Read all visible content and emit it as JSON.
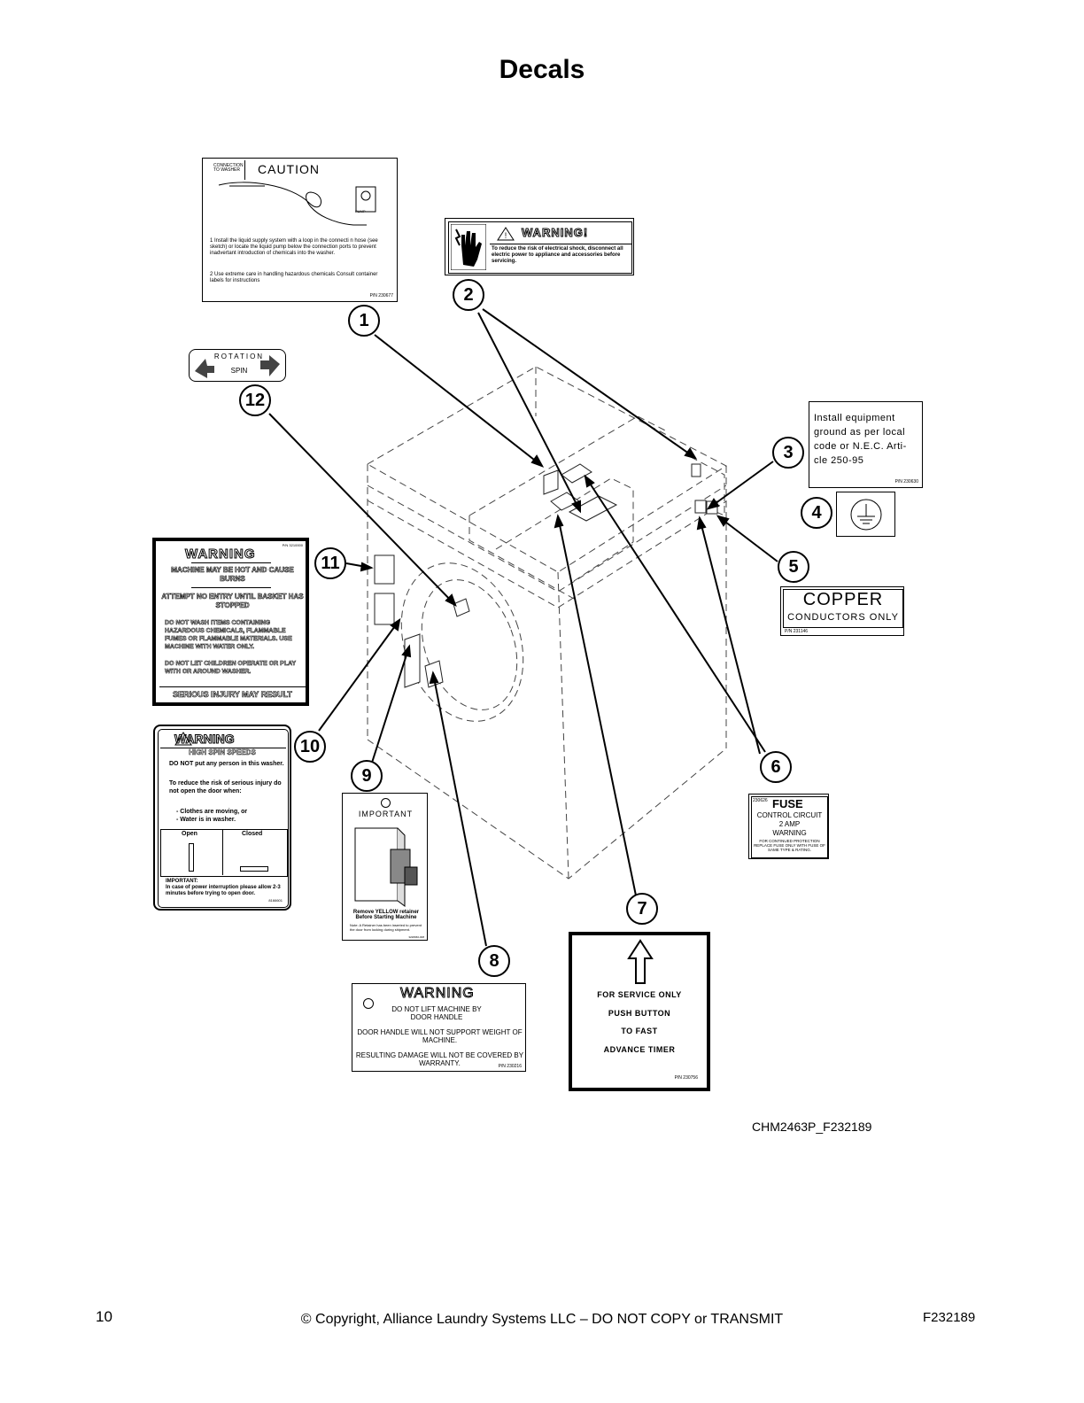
{
  "page": {
    "title": "Decals",
    "figure_code": "CHM2463P_F232189",
    "page_number": "10",
    "copyright": "© Copyright, Alliance Laundry Systems LLC – DO NOT COPY or TRANSMIT",
    "doc_number": "F232189"
  },
  "callouts": [
    "1",
    "2",
    "3",
    "4",
    "5",
    "6",
    "7",
    "8",
    "9",
    "10",
    "11",
    "12"
  ],
  "decal_caution": {
    "title": "CAUTION",
    "conn_label": "CONNECTION TO WASHER",
    "pump_label": "PUMP",
    "item1": "1  Install the liquid supply system with a loop in the connecti n hose (see sketch) or locate the liquid pump below the connection ports to prevent inadvertant introduction of chemicals into the washer.",
    "item2": "2  Use extreme care in handling hazardous chemicals Consult container labels for instructions",
    "pn": "P/N 230677"
  },
  "decal_shock": {
    "title": "WARNING!",
    "text": "To reduce the risk of electrical shock, disconnect all electric power to appliance and accessories before servicing."
  },
  "decal_rotation": {
    "arc": "ROTATION",
    "spin": "SPIN"
  },
  "decal_ground": {
    "text": "Install equipment ground as per local code or N.E.C. Arti- cle 250-95",
    "pn": "P/N 230630"
  },
  "decal_copper": {
    "line1": "COPPER",
    "line2": "CONDUCTORS ONLY",
    "pn": "P/N 231146"
  },
  "decal_hot": {
    "title": "WARNING",
    "pn": "P/N 3210000",
    "line1": "MACHINE MAY BE HOT AND CAUSE BURNS",
    "line2": "ATTEMPT NO ENTRY UNTIL BASKET HAS STOPPED",
    "line3": "DO NOT WASH ITEMS CONTAINING HAZARDOUS CHEMICALS, FLAMMABLE FUMES OR FLAMMABLE MATERIALS. USE MACHINE WITH WATER ONLY.",
    "line4": "DO NOT LET CHILDREN OPERATE OR PLAY WITH OR AROUND WASHER.",
    "footer": "SERIOUS INJURY MAY RESULT"
  },
  "decal_spin": {
    "title": "WARNING",
    "subtitle": "HIGH SPIN SPEEDS",
    "line1": "DO NOT put any person in this washer.",
    "line2": "To reduce the risk of serious injury do not open the door when:",
    "bullet1": "- Clothes are moving, or",
    "bullet2": "- Water is in washer.",
    "open": "Open",
    "closed": "Closed",
    "important": "IMPORTANT:",
    "note": "In case of power interruption please allow 2-3 minutes before trying to open door.",
    "pn": "8166601"
  },
  "decal_important": {
    "title": "IMPORTANT",
    "caption": "Remove YELLOW retainer Before Starting Machine",
    "note": "Note: A Retainer has been inserted to prevent the door from locking during shipment.",
    "pn": "3228060-008"
  },
  "decal_fuse": {
    "code": "230626",
    "title": "FUSE",
    "line1": "CONTROL CIRCUIT",
    "line2": "2 AMP",
    "line3": "WARNING",
    "line4": "FOR CONTINUED PROTECTION REPLACE FUSE ONLY WITH FUSE OF SAME TYPE & RATING."
  },
  "decal_service": {
    "line1": "FOR SERVICE ONLY",
    "line2": "PUSH BUTTON",
    "line3": "TO FAST",
    "line4": "ADVANCE TIMER",
    "pn": "P/N 230756"
  },
  "decal_handle": {
    "title": "WARNING",
    "line1": "DO NOT LIFT MACHINE BY DOOR HANDLE",
    "line2": "DOOR HANDLE WILL NOT SUPPORT WEIGHT OF MACHINE.",
    "line3": "RESULTING DAMAGE WILL NOT BE COVERED BY WARRANTY.",
    "pn": "P/N 230216"
  },
  "icons": {
    "shock": "hand-shock-icon",
    "ground": "ground-symbol-icon",
    "arrow": "up-arrow-icon",
    "warning": "warning-triangle-icon"
  }
}
